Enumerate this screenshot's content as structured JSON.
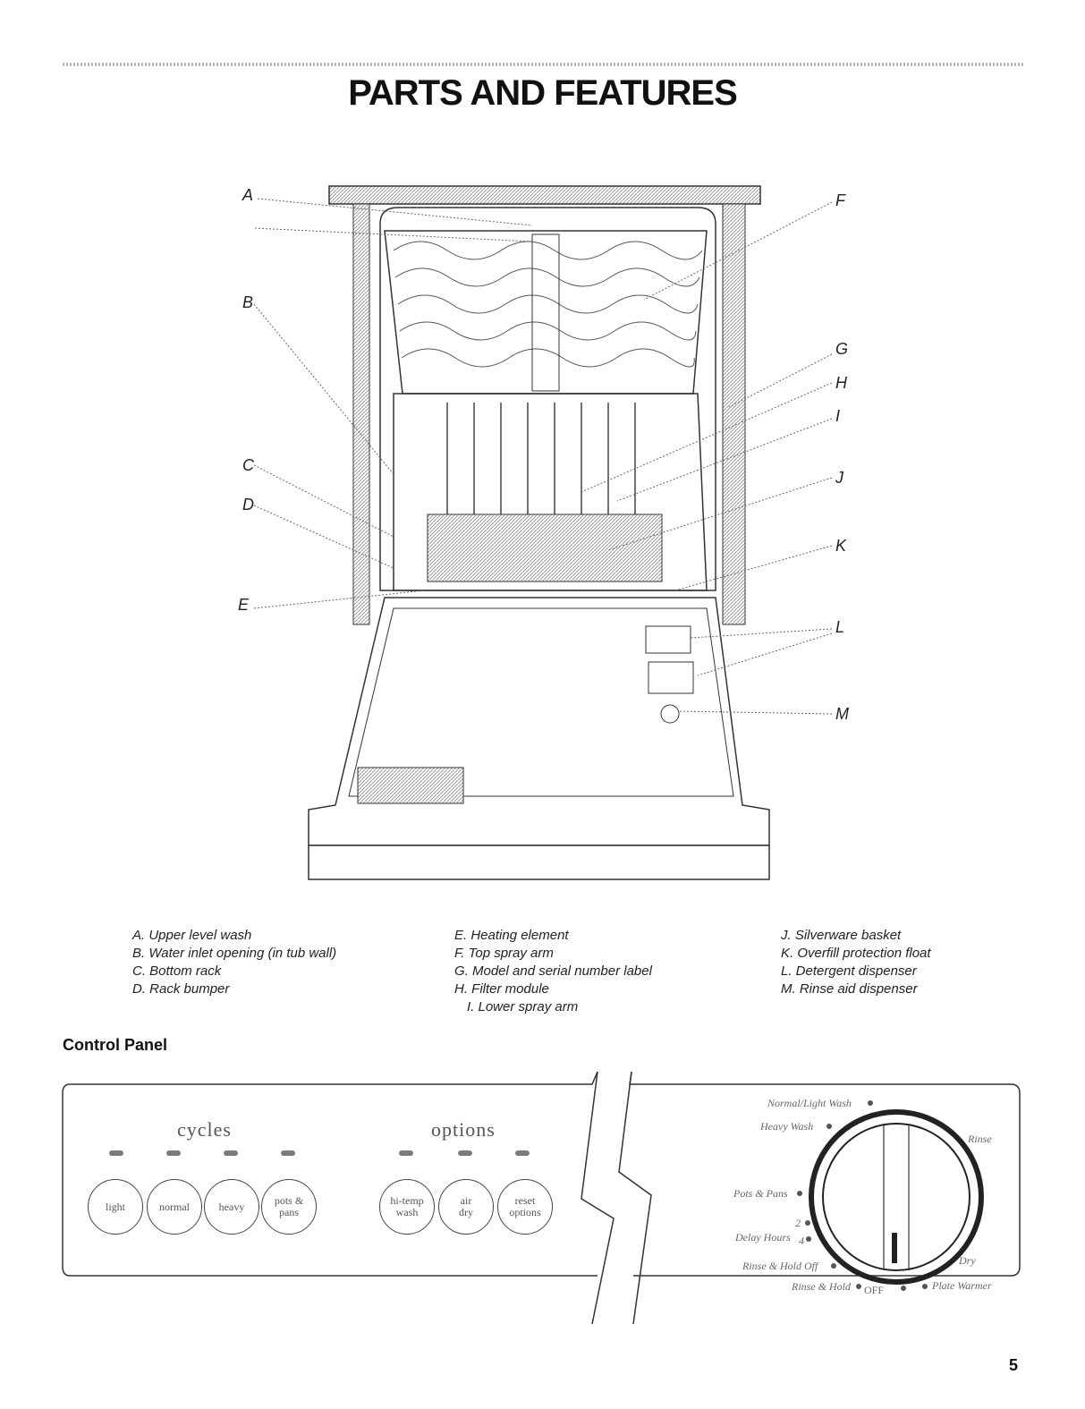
{
  "title": "PARTS AND FEATURES",
  "callouts": [
    "A",
    "B",
    "C",
    "D",
    "E",
    "F",
    "G",
    "H",
    "I",
    "J",
    "K",
    "L",
    "M"
  ],
  "legend": {
    "col1": [
      "A. Upper level wash",
      "B. Water inlet opening (in tub wall)",
      "C. Bottom rack",
      "D. Rack bumper"
    ],
    "col2": [
      "E. Heating element",
      "F. Top spray arm",
      "G. Model and serial number label",
      "H. Filter module",
      "I. Lower spray arm"
    ],
    "col3": [
      "J. Silverware basket",
      "K. Overfill protection float",
      "L. Detergent dispenser",
      "M. Rinse aid dispenser"
    ]
  },
  "control_panel": {
    "section_title": "Control Panel",
    "cycles_label": "cycles",
    "options_label": "options",
    "cycle_buttons": [
      "light",
      "normal",
      "heavy",
      "pots &\npans"
    ],
    "option_buttons": [
      "hi-temp\nwash",
      "air\ndry",
      "reset\noptions"
    ],
    "dial": {
      "normal_light_wash": "Normal/Light Wash",
      "heavy_wash": "Heavy Wash",
      "rinse": "Rinse",
      "pots_pans": "Pots & Pans",
      "delay_2": "2",
      "delay_hours": "Delay Hours",
      "delay_4": "4",
      "rinse_hold_off": "Rinse & Hold Off",
      "rinse_hold": "Rinse & Hold",
      "off": "OFF",
      "dry": "Dry",
      "plate_warmer": "Plate Warmer"
    }
  },
  "page_number": "5"
}
